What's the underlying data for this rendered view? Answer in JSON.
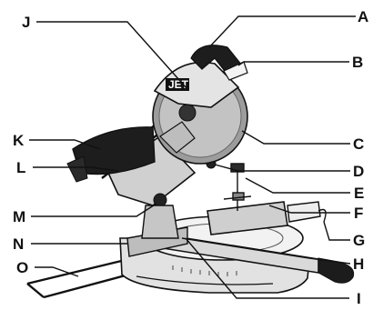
{
  "diagram": {
    "brand_text": "JET",
    "callouts": [
      {
        "id": "A",
        "text": "A",
        "part": "saw-handle"
      },
      {
        "id": "B",
        "text": "B",
        "part": "trigger-switch"
      },
      {
        "id": "C",
        "text": "C",
        "part": "lower-blade-guard"
      },
      {
        "id": "D",
        "text": "D",
        "part": "bevel-lock"
      },
      {
        "id": "E",
        "text": "E",
        "part": "hold-down-clamp"
      },
      {
        "id": "F",
        "text": "F",
        "part": "fence"
      },
      {
        "id": "G",
        "text": "G",
        "part": "stock-stop"
      },
      {
        "id": "H",
        "text": "H",
        "part": "turntable"
      },
      {
        "id": "I",
        "text": "I",
        "part": "miter-scale"
      },
      {
        "id": "J",
        "text": "J",
        "part": "upper-blade-guard"
      },
      {
        "id": "K",
        "text": "K",
        "part": "dust-bag"
      },
      {
        "id": "L",
        "text": "L",
        "part": "slide-rails"
      },
      {
        "id": "M",
        "text": "M",
        "part": "slide-lock-knob"
      },
      {
        "id": "N",
        "text": "N",
        "part": "base"
      },
      {
        "id": "O",
        "text": "O",
        "part": "extension-support"
      }
    ]
  }
}
